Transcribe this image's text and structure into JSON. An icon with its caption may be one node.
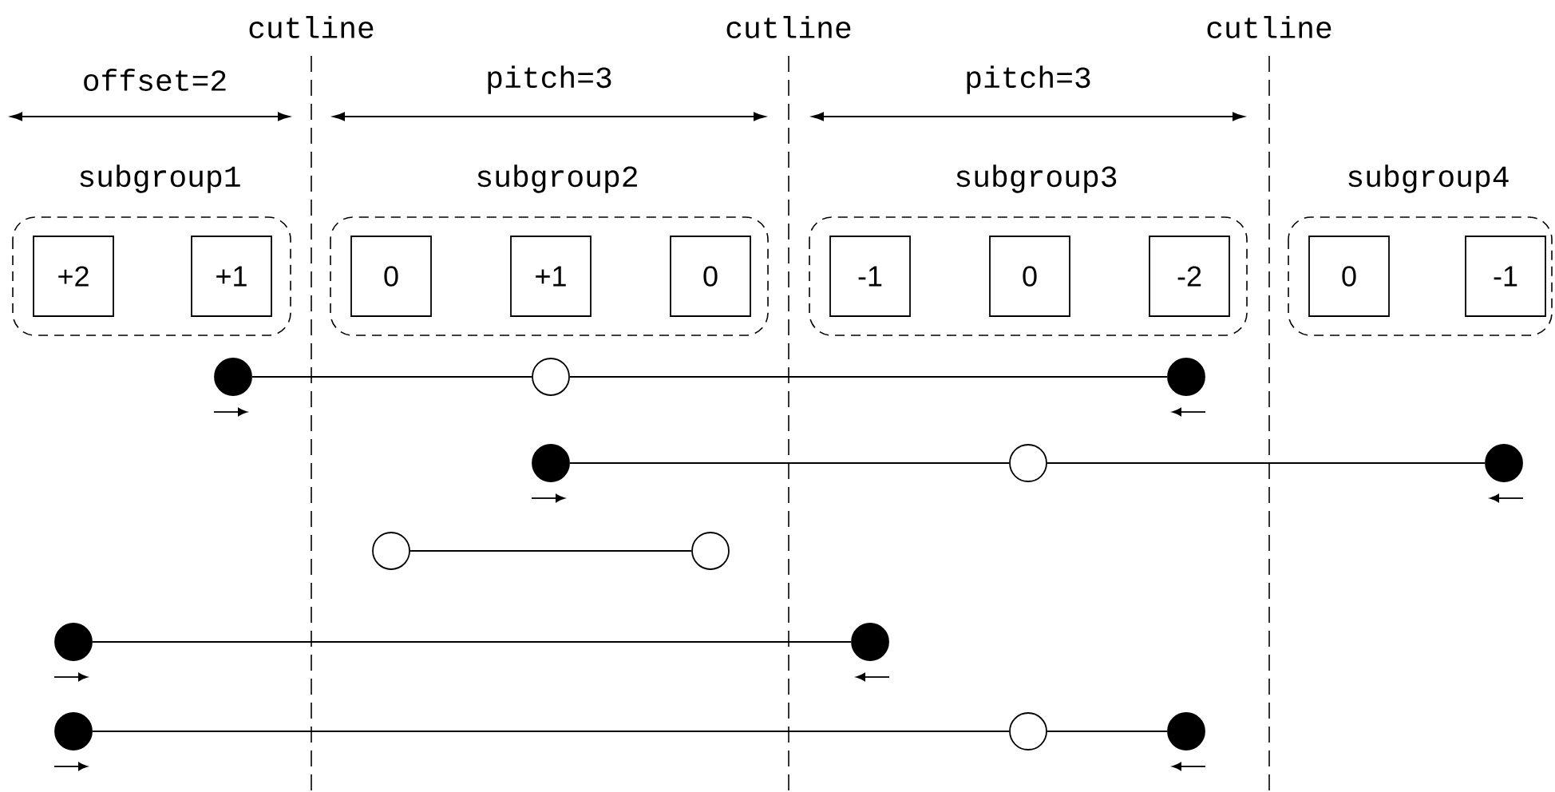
{
  "diagram": {
    "nodes": [
      {
        "text": [
          "subgroup1"
        ]
      },
      {
        "text": [
          "+2"
        ],
        "in": 0
      },
      {
        "text": [
          "+1"
        ],
        "in": 0
      },
      {
        "text": [
          "subgroup2"
        ]
      },
      {
        "text": [
          "0"
        ],
        "in": 3
      },
      {
        "text": [
          "+1"
        ],
        "in": 3
      },
      {
        "text": [
          "0"
        ],
        "in": 3
      },
      {
        "text": [
          "subgroup3"
        ]
      },
      {
        "text": [
          "-1"
        ],
        "in": 7
      },
      {
        "text": [
          "0"
        ],
        "in": 7
      },
      {
        "text": [
          "-2"
        ],
        "in": 7
      },
      {
        "text": [
          "subgroup4"
        ]
      },
      {
        "text": [
          "0"
        ],
        "in": 11
      },
      {
        "text": [
          "-1"
        ],
        "in": 11
      },
      {
        "text": [],
        "shape": "dot"
      },
      {
        "text": [],
        "shape": "circle"
      },
      {
        "text": [],
        "shape": "dot"
      },
      {
        "text": [],
        "shape": "dot"
      },
      {
        "text": [],
        "shape": "circle"
      },
      {
        "text": [],
        "shape": "dot"
      },
      {
        "text": [],
        "shape": "circle"
      },
      {
        "text": [],
        "shape": "circle"
      },
      {
        "text": [],
        "shape": "dot"
      },
      {
        "text": [],
        "shape": "dot"
      },
      {
        "text": [],
        "shape": "dot"
      },
      {
        "text": [],
        "shape": "circle"
      },
      {
        "text": [],
        "shape": "dot"
      }
    ],
    "edges": [
      {
        "from": 14,
        "to": 15,
        "arrow": "none"
      },
      {
        "from": 15,
        "to": 16,
        "arrow": "none"
      },
      {
        "from": 17,
        "to": 18,
        "arrow": "none"
      },
      {
        "from": 18,
        "to": 19,
        "arrow": "none"
      },
      {
        "from": 20,
        "to": 21,
        "arrow": "none"
      },
      {
        "from": 22,
        "to": 23,
        "arrow": "none"
      },
      {
        "from": 24,
        "to": 25,
        "arrow": "none"
      },
      {
        "from": 25,
        "to": 26,
        "arrow": "none"
      }
    ],
    "labels": [
      "cutline",
      "cutline",
      "cutline",
      "offset=2",
      "pitch=3",
      "pitch=3"
    ]
  }
}
